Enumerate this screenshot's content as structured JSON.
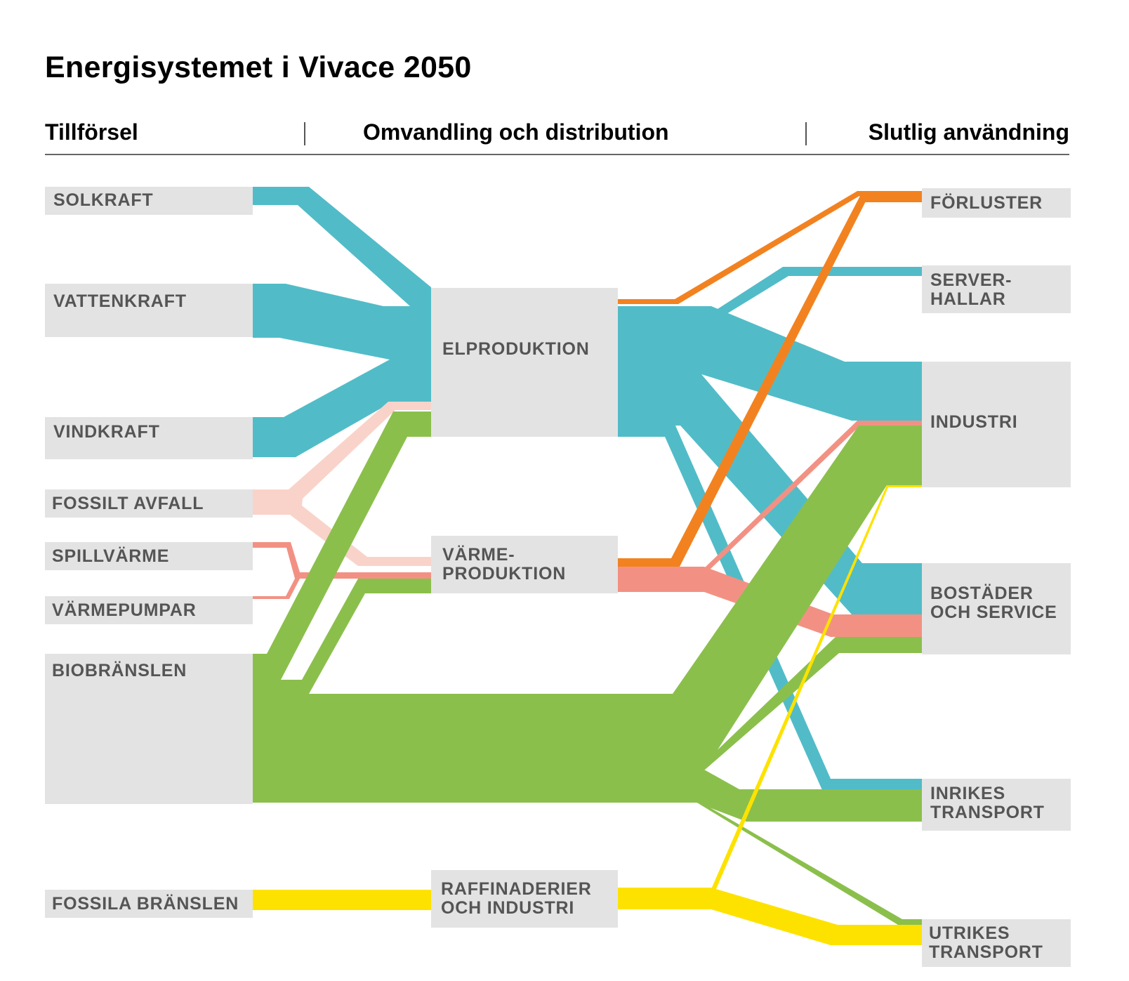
{
  "title": "Energisystemet i Vivace 2050",
  "columns": {
    "supply": "Tillförsel",
    "conversion": "Omvandling och distribution",
    "end_use": "Slutlig användning"
  },
  "colors": {
    "electricity": "#51bcc8",
    "biofuel": "#8bbf4c",
    "losses": "#f28220",
    "waste_heat": "#f29183",
    "fossil_waste": "#f9d3c9",
    "fossil_fuel": "#fde200",
    "node_fill": "#e3e3e3"
  },
  "nodes": {
    "solkraft": "SOLKRAFT",
    "vattenkraft": "VATTENKRAFT",
    "vindkraft": "VINDKRAFT",
    "fossilt_avfall": "FOSSILT AVFALL",
    "spillvarme": "SPILLVÄRME",
    "varmepumpar": "VÄRMEPUMPAR",
    "biobranslen": "BIOBRÄNSLEN",
    "fossila_branslen": "FOSSILA BRÄNSLEN",
    "elproduktion": "ELPRODUKTION",
    "varmeproduktion": "VÄRME-\nPRODUKTION",
    "raffinaderier": "RAFFINADERIER\nOCH INDUSTRI",
    "forluster": "FÖRLUSTER",
    "serverhallar": "SERVER-\nHALLAR",
    "industri": "INDUSTRI",
    "bostader": "BOSTÄDER\nOCH SERVICE",
    "inrikes": "INRIKES\nTRANSPORT",
    "utrikes": "UTRIKES\nTRANSPORT"
  }
}
